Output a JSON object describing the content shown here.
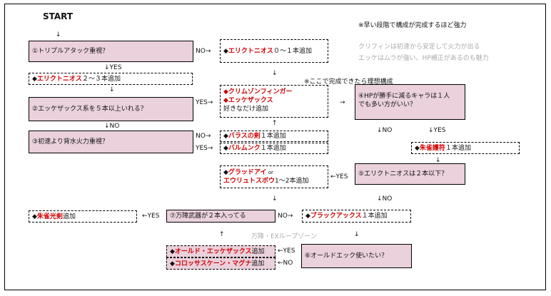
{
  "start": "START",
  "note_top": "※早い段階で構成が完成するほど強力",
  "note_gray": [
    "クリフィンは初速から安定して火力が出る",
    "エッケはムラが強い。HP補正があるのも魅力"
  ],
  "note_ideal": "※ここで完成できたら理想構成",
  "loop_zone": "万降・EXループゾーン",
  "q1": "①トリプルアタック重視？",
  "q2": "②エッケザックス系を５本以上いれる？",
  "q3": "③初速より背水火力重視？",
  "q4": [
    "④HPが勝手に減るキャラは１人",
    "でも多い方がいい？"
  ],
  "q5": "⑤エリクトニオスは２本以下？",
  "q6": "⑥オールドエック使いたい？",
  "q7": "⑦万障武器が２本入ってる",
  "a_eric01": {
    "bullet": "◆",
    "name": "エリクトニオス",
    "rest": "０～１本追加"
  },
  "a_eric23": {
    "bullet": "◆",
    "name": "エリクトニオス",
    "rest": "２～３本追加"
  },
  "a_crim": {
    "line1": "◆クリムゾンフィンガー",
    "line2": "◆エッケザックス",
    "line3": "好きなだけ追加"
  },
  "a_bara": {
    "bullet": "◆",
    "name": "バラスの剣",
    "rest": "１本追加"
  },
  "a_bal": {
    "bullet": "◆",
    "name": "バルムンク",
    "rest": "１本追加"
  },
  "a_suzaku1": {
    "bullet": "◆",
    "name": "朱雀護符",
    "rest": "１本追加"
  },
  "a_glad": {
    "line1_bullet": "◆",
    "line1_name": "グラッドアイ",
    "line1_or": " or",
    "line2_name": "エウリュトスボウ",
    "line2_rest": "1～2本追加"
  },
  "a_black": {
    "bullet": "◆",
    "name": "ブラックアックス",
    "rest": "１本追加"
  },
  "a_suzaku2": {
    "bullet": "◆",
    "name": "朱雀光剣",
    "rest": "追加"
  },
  "a_old": {
    "bullet": "◆",
    "name": "オールド・エッケザックス",
    "rest": "追加"
  },
  "a_colo": {
    "bullet": "◆",
    "name": "コロッサスケーン・マグナ",
    "rest": "追加"
  },
  "labels": {
    "start_arrow": "↓",
    "q1_no": "NO→",
    "q1_yes": "↓YES",
    "arrow_down_1": "↓",
    "arrow_down_2": "↓",
    "q2_yes": "YES→",
    "q2_no": "↓NO",
    "crim_to_q4": "→",
    "q3_no": "NO→",
    "q3_yes": "YES→",
    "up_arrow": "↑",
    "q4_no": "↓NO",
    "q4_yes": "↓YES",
    "suzaku_down": "↓",
    "q5_yes": "←YES",
    "q5_no": "↓NO",
    "glad_down": "↓",
    "q7_yes": "←YES",
    "q7_no": "NO→",
    "black_down": "↓",
    "loop_up": "↑",
    "q6_yes": "←YES",
    "q6_no": "←NO"
  }
}
